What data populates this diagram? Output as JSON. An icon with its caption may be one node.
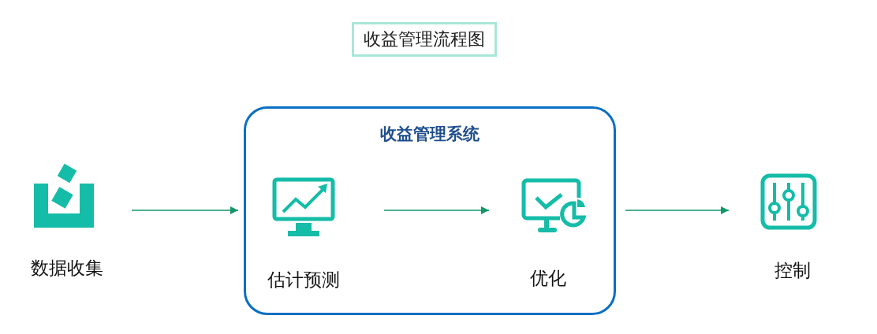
{
  "diagram": {
    "title": "收益管理流程图",
    "nodes": [
      {
        "text": [
          "收益管理系统"
        ]
      },
      {
        "text": [
          "数据收集"
        ]
      },
      {
        "text": [
          "估计预测"
        ],
        "in": 0
      },
      {
        "text": [
          "优化"
        ],
        "in": 0
      },
      {
        "text": [
          "控制"
        ]
      }
    ],
    "edges": [
      {
        "from": 1,
        "to": 0,
        "arrow": "to"
      },
      {
        "from": 2,
        "to": 3,
        "arrow": "to"
      },
      {
        "from": 0,
        "to": 4,
        "arrow": "to"
      }
    ]
  }
}
